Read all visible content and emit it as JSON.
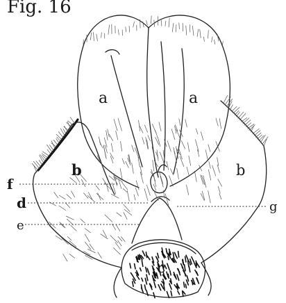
{
  "figure": {
    "title": "Fig. 16"
  },
  "labels": {
    "a_left": "a",
    "a_right": "a",
    "b_left": "b",
    "b_right": "b",
    "c": "c",
    "d": "d",
    "e": "e",
    "f": "f",
    "g": "g"
  }
}
